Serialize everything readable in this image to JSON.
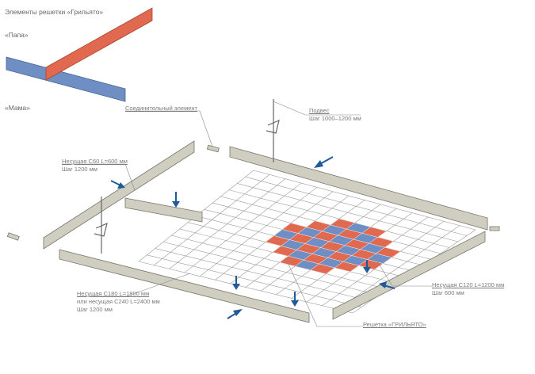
{
  "title": "Элементы решетки «Грильято»",
  "papa_label": "«Папа»",
  "mama_label": "«Мама»",
  "labels": {
    "connector": "Соединительный элемент",
    "hanger": {
      "name": "Подвес",
      "step": "Шаг 1000–1200 мм"
    },
    "c60": {
      "name": "Несущая С60 L=600 мм",
      "step": "Шаг 1200 мм"
    },
    "c120": {
      "name": "Несущая С120 L=1200 мм",
      "step": "Шаг 600 мм"
    },
    "c180": {
      "name": "Несущая С180 L=1800 мм",
      "alt": "или несущая С240 L=2400 мм",
      "step": "Шаг 1200 мм"
    },
    "grid": "Решетка «ГРИЛЬЯТО»"
  },
  "colors": {
    "papa": "#e0694f",
    "mama": "#6f8fc4",
    "beam": "#c9c8b8",
    "arrow": "#1f5a99"
  }
}
